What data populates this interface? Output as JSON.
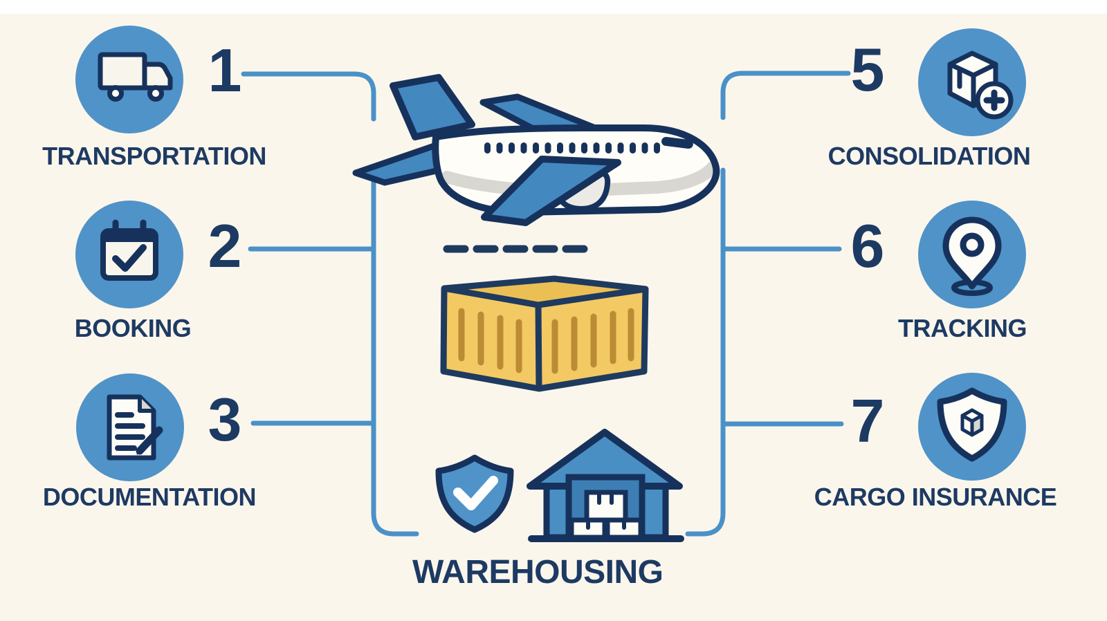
{
  "palette": {
    "background": "#fbf6ec",
    "navy": "#1d3a63",
    "icon_outline_navy": "#16325c",
    "circle_blue": "#4f93c8",
    "plane_blue": "#4488c0",
    "connector_blue": "#4a91c8",
    "container_yellow": "#f3c963",
    "container_rib": "#bb8c34",
    "warehouse_blue": "#4a8fc4",
    "warehouse_door_blue": "#3d7fb5"
  },
  "left_steps": [
    {
      "number": "1",
      "label": "TRANSPORTATION",
      "icon": "truck-icon"
    },
    {
      "number": "2",
      "label": "BOOKING",
      "icon": "calendar-check-icon"
    },
    {
      "number": "3",
      "label": "DOCUMENTATION",
      "icon": "document-pencil-icon"
    }
  ],
  "right_steps": [
    {
      "number": "5",
      "label": "CONSOLIDATION",
      "icon": "box-add-icon"
    },
    {
      "number": "6",
      "label": "TRACKING",
      "icon": "location-pin-icon"
    },
    {
      "number": "7",
      "label": "CARGO INSURANCE",
      "icon": "shield-package-icon"
    }
  ],
  "center": {
    "label": "WAREHOUSING",
    "illustrations": [
      "airplane-illustration",
      "flight-path-dashes",
      "cargo-container-illustration",
      "shield-check-illustration",
      "warehouse-illustration"
    ]
  }
}
